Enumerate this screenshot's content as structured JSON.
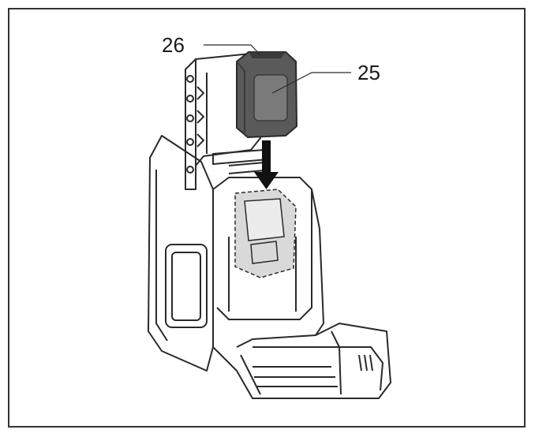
{
  "figure": {
    "callouts": [
      {
        "id": "battery-holder",
        "label": "26"
      },
      {
        "id": "battery-pack",
        "label": "25"
      }
    ],
    "colors": {
      "line": "#2a2a2a",
      "battery": "#5a5a5a",
      "battery_dark": "#3a3a3a",
      "battery_face": "#7a7a7a",
      "arrow": "#111111",
      "shade": "#d9d9d9"
    }
  }
}
